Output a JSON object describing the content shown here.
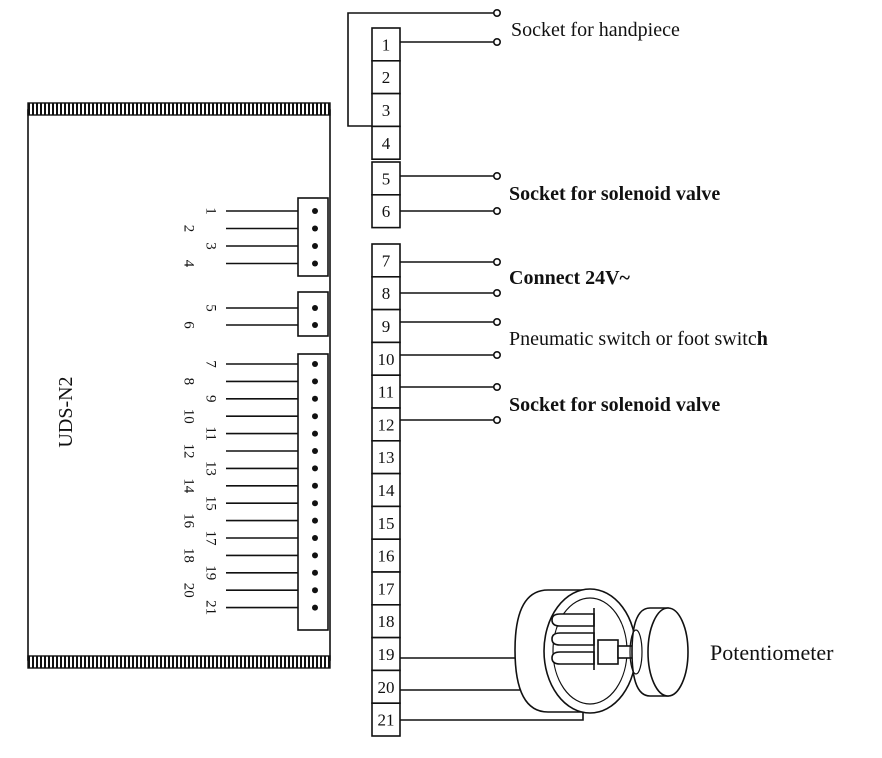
{
  "board": {
    "name": "UDS-N2",
    "connector1_pins": [
      "1",
      "2",
      "3",
      "4"
    ],
    "connector2_pins": [
      "5",
      "6"
    ],
    "connector3_pins": [
      "7",
      "8",
      "9",
      "10",
      "11",
      "12",
      "13",
      "14",
      "15",
      "16",
      "17",
      "18",
      "19",
      "20",
      "21"
    ]
  },
  "terminal_block": {
    "group1": [
      "1",
      "2",
      "3",
      "4"
    ],
    "group2": [
      "5",
      "6"
    ],
    "group3": [
      "7",
      "8",
      "9",
      "10",
      "11",
      "12",
      "13",
      "14",
      "15",
      "16",
      "17",
      "18",
      "19",
      "20",
      "21"
    ]
  },
  "labels": {
    "handpiece": "Socket for handpiece",
    "solenoid_1": "Socket for solenoid valve",
    "power": "Connect 24V~",
    "switch_prefix": "Pneumatic switch or foot switc",
    "switch_suffix": "h",
    "solenoid_2": "Socket for solenoid valve",
    "potentiometer": "Potentiometer"
  }
}
